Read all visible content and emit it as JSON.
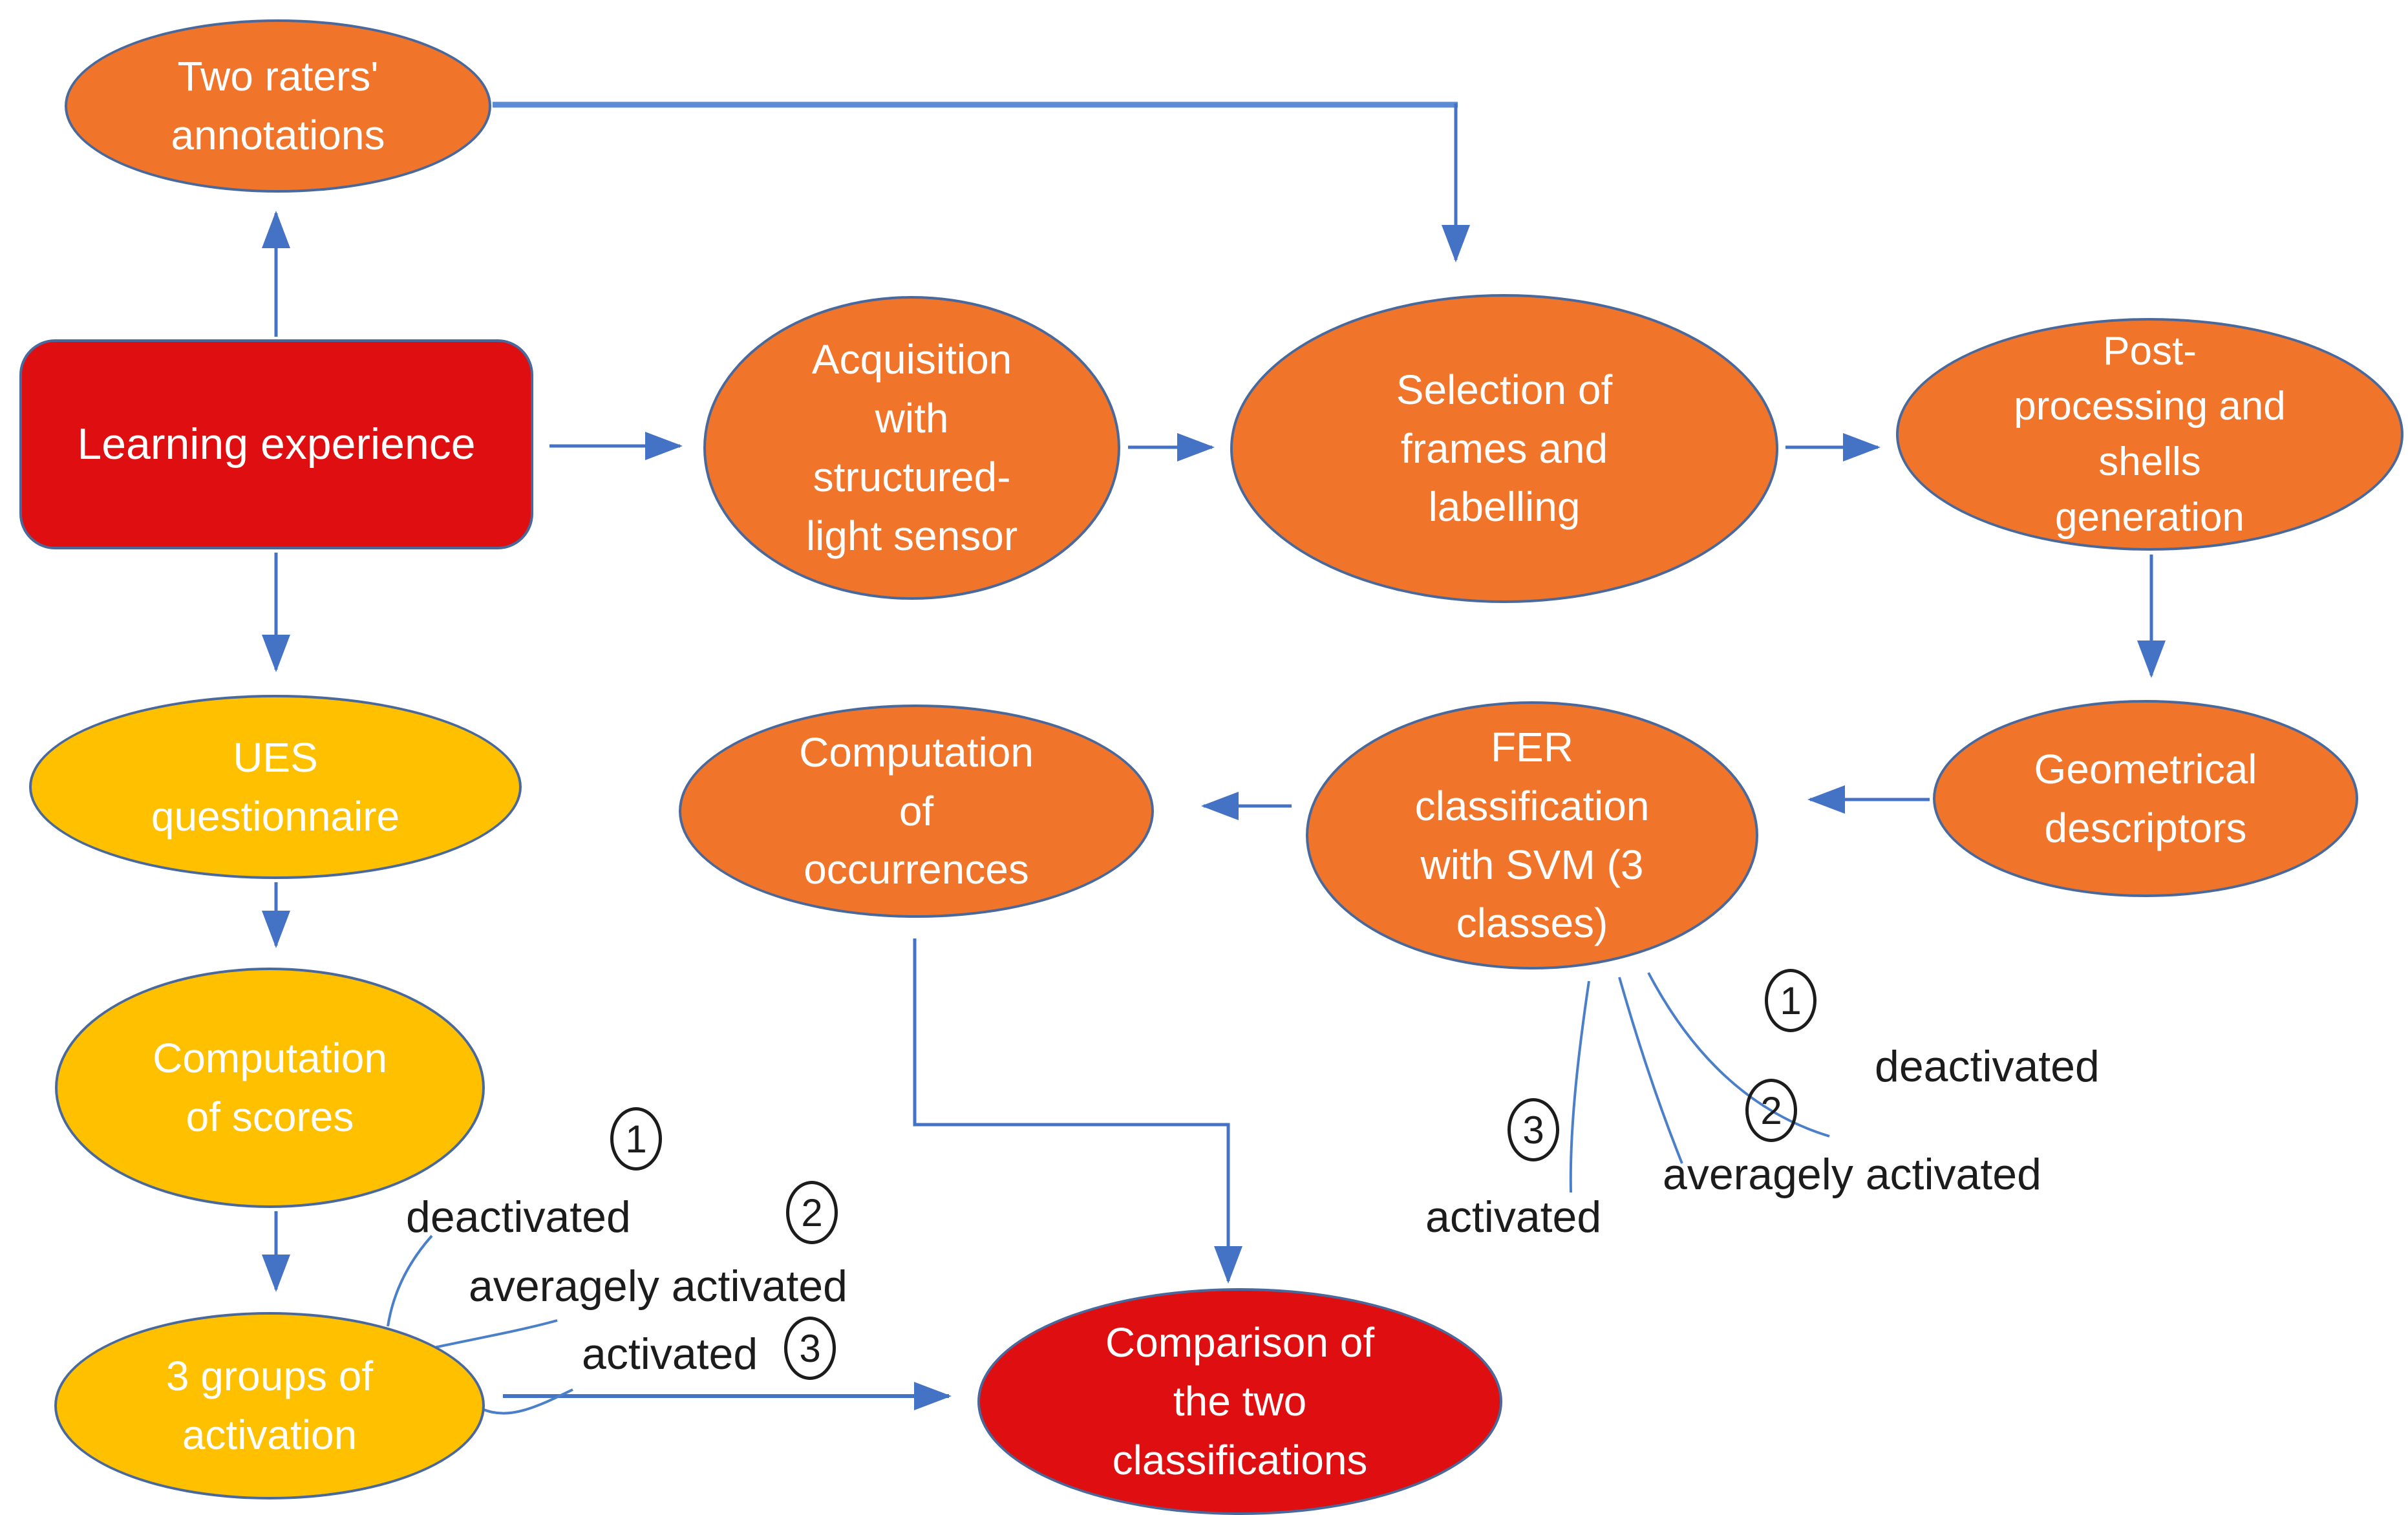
{
  "diagram_title": "Flowchart of learning-experience FER classification pipeline",
  "colors": {
    "node_orange": "#f0752b",
    "node_yellow": "#ffc000",
    "node_red": "#df0e11",
    "node_border": "#49699c",
    "arrow_blue": "#4472c4",
    "annotation_black": "#1c1c1c",
    "node_text": "#ffffff",
    "background": "#ffffff"
  },
  "nodes": {
    "two_raters": {
      "label": [
        "Two raters'",
        "annotations"
      ],
      "shape": "ellipse",
      "color": "orange"
    },
    "learning": {
      "label": [
        "Learning experience"
      ],
      "shape": "rounded-rectangle",
      "color": "red"
    },
    "acquisition": {
      "label": [
        "Acquisition",
        "with",
        "structured-",
        "light sensor"
      ],
      "shape": "ellipse",
      "color": "orange"
    },
    "selection": {
      "label": [
        "Selection of",
        "frames and",
        "labelling"
      ],
      "shape": "ellipse",
      "color": "orange"
    },
    "post": {
      "label": [
        "Post-",
        "processing and",
        "shells",
        "generation"
      ],
      "shape": "ellipse",
      "color": "orange"
    },
    "geometrical": {
      "label": [
        "Geometrical",
        "descriptors"
      ],
      "shape": "ellipse",
      "color": "orange"
    },
    "fer": {
      "label": [
        "FER",
        "classification",
        "with SVM (3",
        "classes)"
      ],
      "shape": "ellipse",
      "color": "orange"
    },
    "occurrences": {
      "label": [
        "Computation",
        "of",
        "occurrences"
      ],
      "shape": "ellipse",
      "color": "orange"
    },
    "ues": {
      "label": [
        "UES",
        "questionnaire"
      ],
      "shape": "ellipse",
      "color": "yellow"
    },
    "scores": {
      "label": [
        "Computation",
        "of scores"
      ],
      "shape": "ellipse",
      "color": "yellow"
    },
    "groups": {
      "label": [
        "3 groups of",
        "activation"
      ],
      "shape": "ellipse",
      "color": "yellow"
    },
    "comparison": {
      "label": [
        "Comparison of",
        "the two",
        "classifications"
      ],
      "shape": "ellipse",
      "color": "red"
    }
  },
  "annotations": {
    "fer_classes": {
      "attached_to": "fer",
      "items": [
        {
          "number": "1",
          "label": "deactivated"
        },
        {
          "number": "2",
          "label": "averagely activated"
        },
        {
          "number": "3",
          "label": "activated"
        }
      ]
    },
    "ues_groups": {
      "attached_to": "groups",
      "items": [
        {
          "number": "1",
          "label": "deactivated"
        },
        {
          "number": "2",
          "label": "averagely activated"
        },
        {
          "number": "3",
          "label": "activated"
        }
      ]
    }
  }
}
